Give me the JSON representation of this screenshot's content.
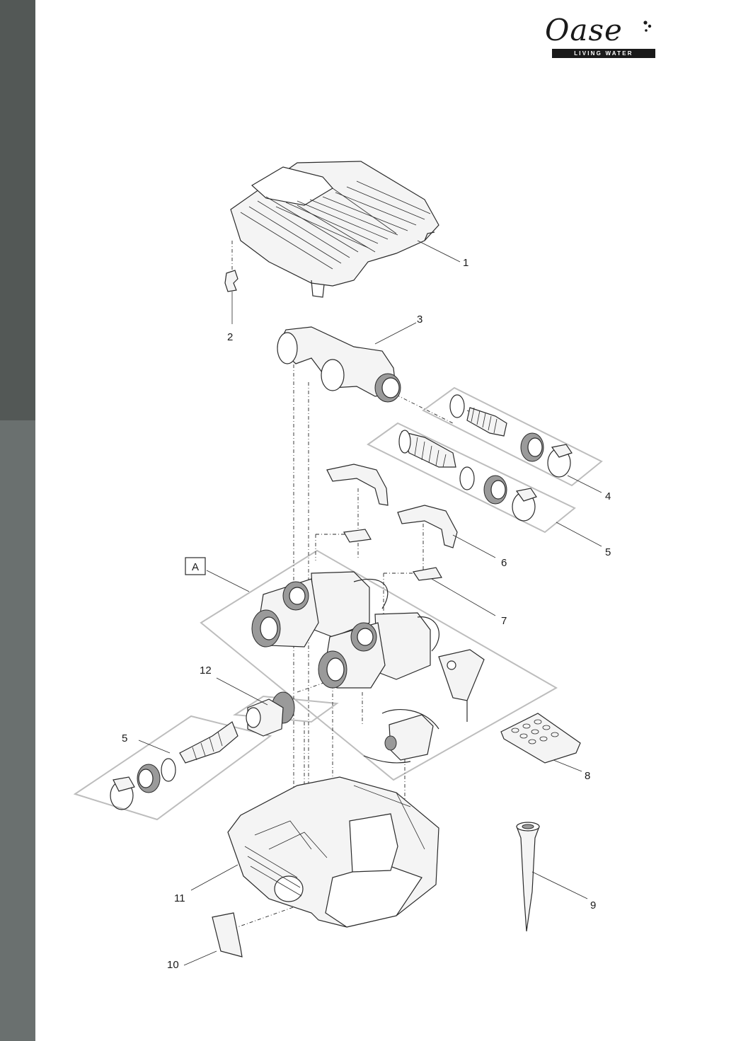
{
  "brand": {
    "name": "Oase",
    "tagline": "LIVING WATER"
  },
  "assembly_label": "A",
  "parts": [
    {
      "id": "1"
    },
    {
      "id": "2"
    },
    {
      "id": "3"
    },
    {
      "id": "4"
    },
    {
      "id": "5"
    },
    {
      "id": "6"
    },
    {
      "id": "7"
    },
    {
      "id": "8"
    },
    {
      "id": "9"
    },
    {
      "id": "10"
    },
    {
      "id": "11"
    },
    {
      "id": "12"
    },
    {
      "id": "5"
    }
  ],
  "colors": {
    "sidebar_top": "#535856",
    "sidebar_bottom": "#6a706f",
    "line": "#2a2a2a",
    "group_outline": "#bdbdbd"
  }
}
